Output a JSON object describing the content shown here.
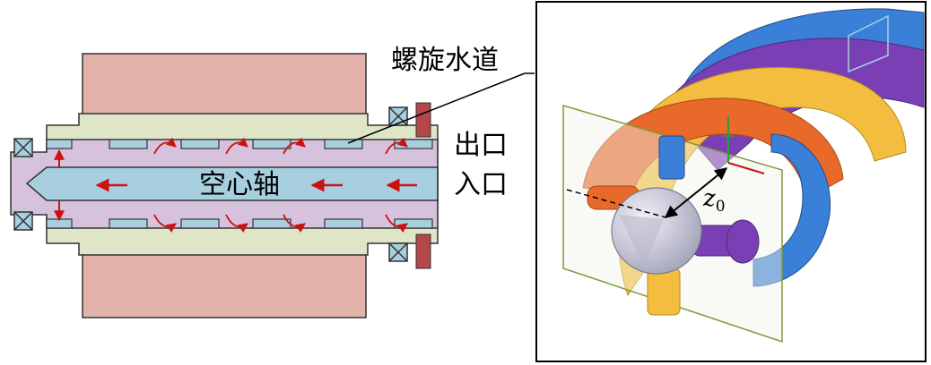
{
  "labels": {
    "spiral_channel": "螺旋水道",
    "outlet": "出口",
    "inlet": "入口",
    "hollow_shaft": "空心轴",
    "offset_var": "z",
    "offset_sub": "0"
  },
  "colors": {
    "housing": "#e3b3ab",
    "shaft_tube": "#d6c2dc",
    "bore": "#a8cfe0",
    "sleeve": "#dfe6c8",
    "flow_arrow": "#cc1111",
    "coil_blue": "#3a7fd8",
    "coil_purple": "#7b3fb5",
    "coil_yellow": "#f3bd3f",
    "coil_orange": "#e8692a",
    "cone": "#c8c8d8",
    "plane": "#7f9a3a"
  }
}
